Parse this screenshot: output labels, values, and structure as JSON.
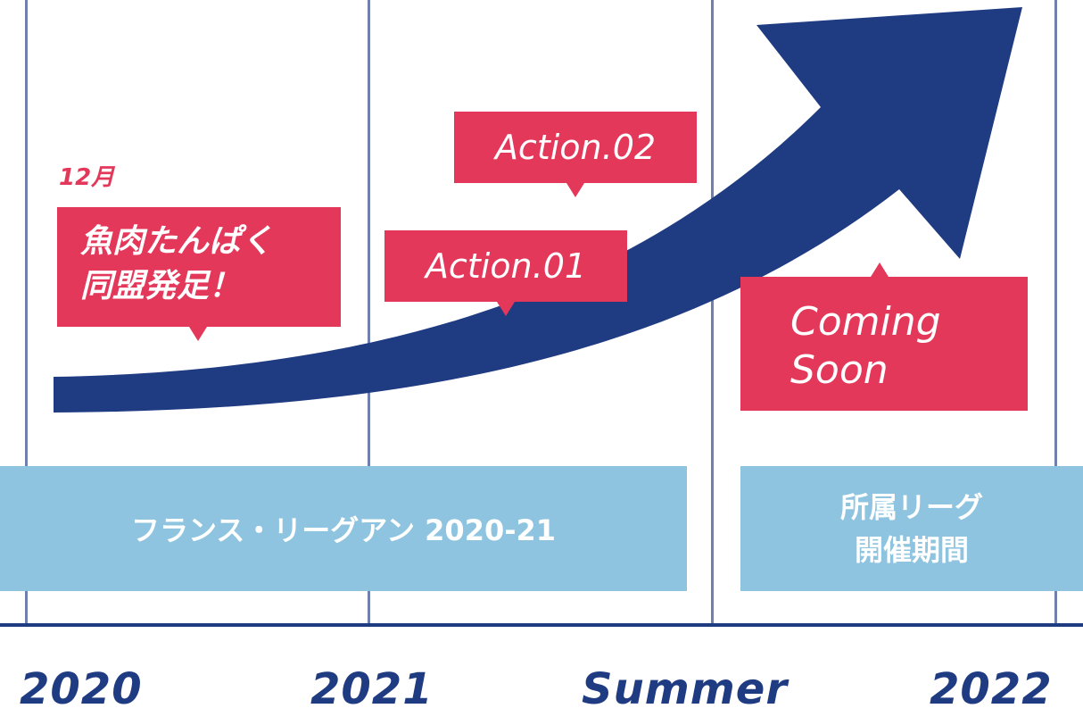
{
  "colors": {
    "arrow": "#1f3b82",
    "callout": "#e4385a",
    "band": "#8ec4df",
    "grid": "#6f7fae"
  },
  "icons": [
    "growth-arrow-icon"
  ],
  "month_label": "12月",
  "callouts": {
    "alliance": {
      "line1": "魚肉たんぱく",
      "line2": "同盟発足！"
    },
    "action01": "Action.01",
    "action02": "Action.02",
    "coming_soon": {
      "line1": "Coming",
      "line2": "Soon"
    }
  },
  "bands": {
    "ligue": "フランス・リーグアン 2020-21",
    "league_period": {
      "line1": "所属リーグ",
      "line2": "開催期間"
    }
  },
  "timeline": [
    "2020",
    "2021",
    "Summer",
    "2022"
  ]
}
